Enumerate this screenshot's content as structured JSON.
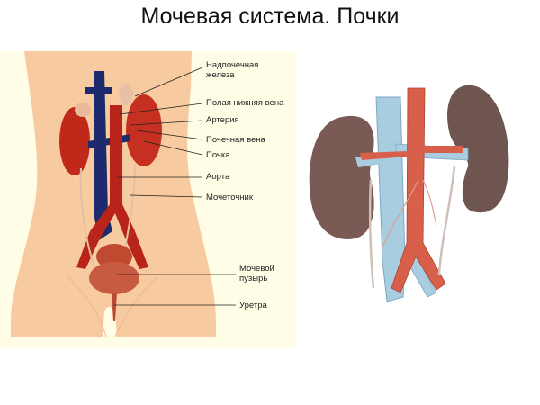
{
  "title": "Мочевая система. Почки",
  "left_diagram": {
    "labels": [
      {
        "id": "adrenal",
        "line1": "Надпочечная",
        "line2": "железа"
      },
      {
        "id": "ivc",
        "line1": "Полая нижняя вена"
      },
      {
        "id": "artery",
        "line1": "Артерия"
      },
      {
        "id": "renal-vein",
        "line1": "Почечная вена"
      },
      {
        "id": "kidney",
        "line1": "Почка"
      },
      {
        "id": "aorta",
        "line1": "Аорта"
      },
      {
        "id": "ureter",
        "line1": "Мочеточник"
      },
      {
        "id": "bladder",
        "line1": "Мочевой",
        "line2": "пузырь"
      },
      {
        "id": "urethra",
        "line1": "Уретра"
      }
    ],
    "colors": {
      "background": "#fffde6",
      "body": "#f8caa0",
      "organ_red": "#c0281a",
      "vein_blue": "#1e2a6e",
      "leader_line": "#222222"
    }
  },
  "right_diagram": {
    "description": "Kidneys with aorta and inferior vena cava",
    "colors": {
      "kidney": "#7a5a55",
      "artery": "#d8604a",
      "vein": "#a8cde0"
    }
  }
}
